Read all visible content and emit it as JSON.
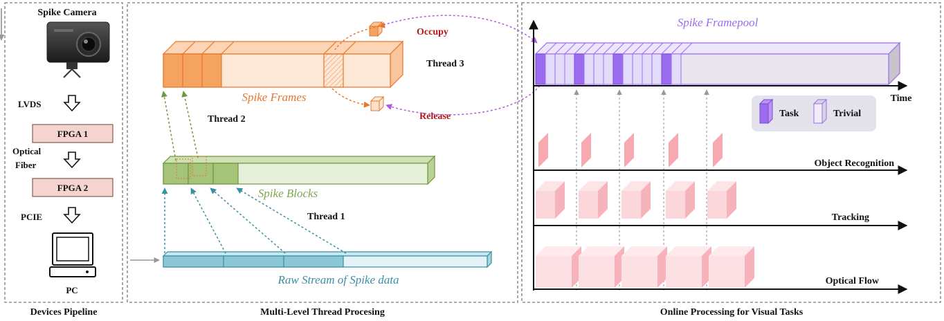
{
  "panels": {
    "devices": {
      "caption": "Devices Pipeline",
      "camera_label": "Spike Camera",
      "lvds": "LVDS",
      "fpga1": "FPGA 1",
      "optical": "Optical",
      "fiber": "Fiber",
      "fpga2": "FPGA 2",
      "pcie": "PCIE",
      "pc": "PC"
    },
    "threads": {
      "caption": "Multi-Level Thread Procesing",
      "spike_frames": "Spike Frames",
      "spike_blocks": "Spike Blocks",
      "raw_stream": "Raw Stream of Spike data",
      "thread1": "Thread 1",
      "thread2": "Thread 2",
      "thread3": "Thread 3",
      "occupy": "Occupy",
      "release": "Release"
    },
    "online": {
      "caption": "Online Processing for Visual Tasks",
      "framepool": "Spike Framepool",
      "time": "Time",
      "legend_task": "Task",
      "legend_trivial": "Trivial",
      "task_object_recognition": "Object Recognition",
      "task_tracking": "Tracking",
      "task_optical_flow": "Optical Flow"
    }
  },
  "colors": {
    "orange": "#f0862c",
    "green": "#7ea64b",
    "teal": "#4a9fb5",
    "purple": "#9b6cf0",
    "pink": "#f4a5ae",
    "red_text": "#b3151b",
    "fpga_fill": "#f4d4cf"
  }
}
